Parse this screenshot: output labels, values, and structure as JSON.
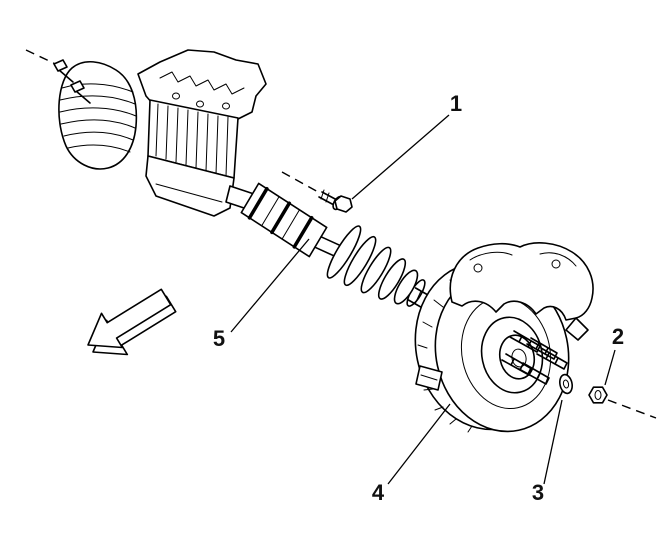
{
  "colors": {
    "background": "#ffffff",
    "line": "#000000",
    "label": "#111111"
  },
  "diagram": {
    "callouts": [
      {
        "number": "1"
      },
      {
        "number": "2"
      },
      {
        "number": "3"
      },
      {
        "number": "4"
      },
      {
        "number": "5"
      }
    ],
    "icons": [
      {
        "name": "direction-arrow"
      }
    ]
  }
}
